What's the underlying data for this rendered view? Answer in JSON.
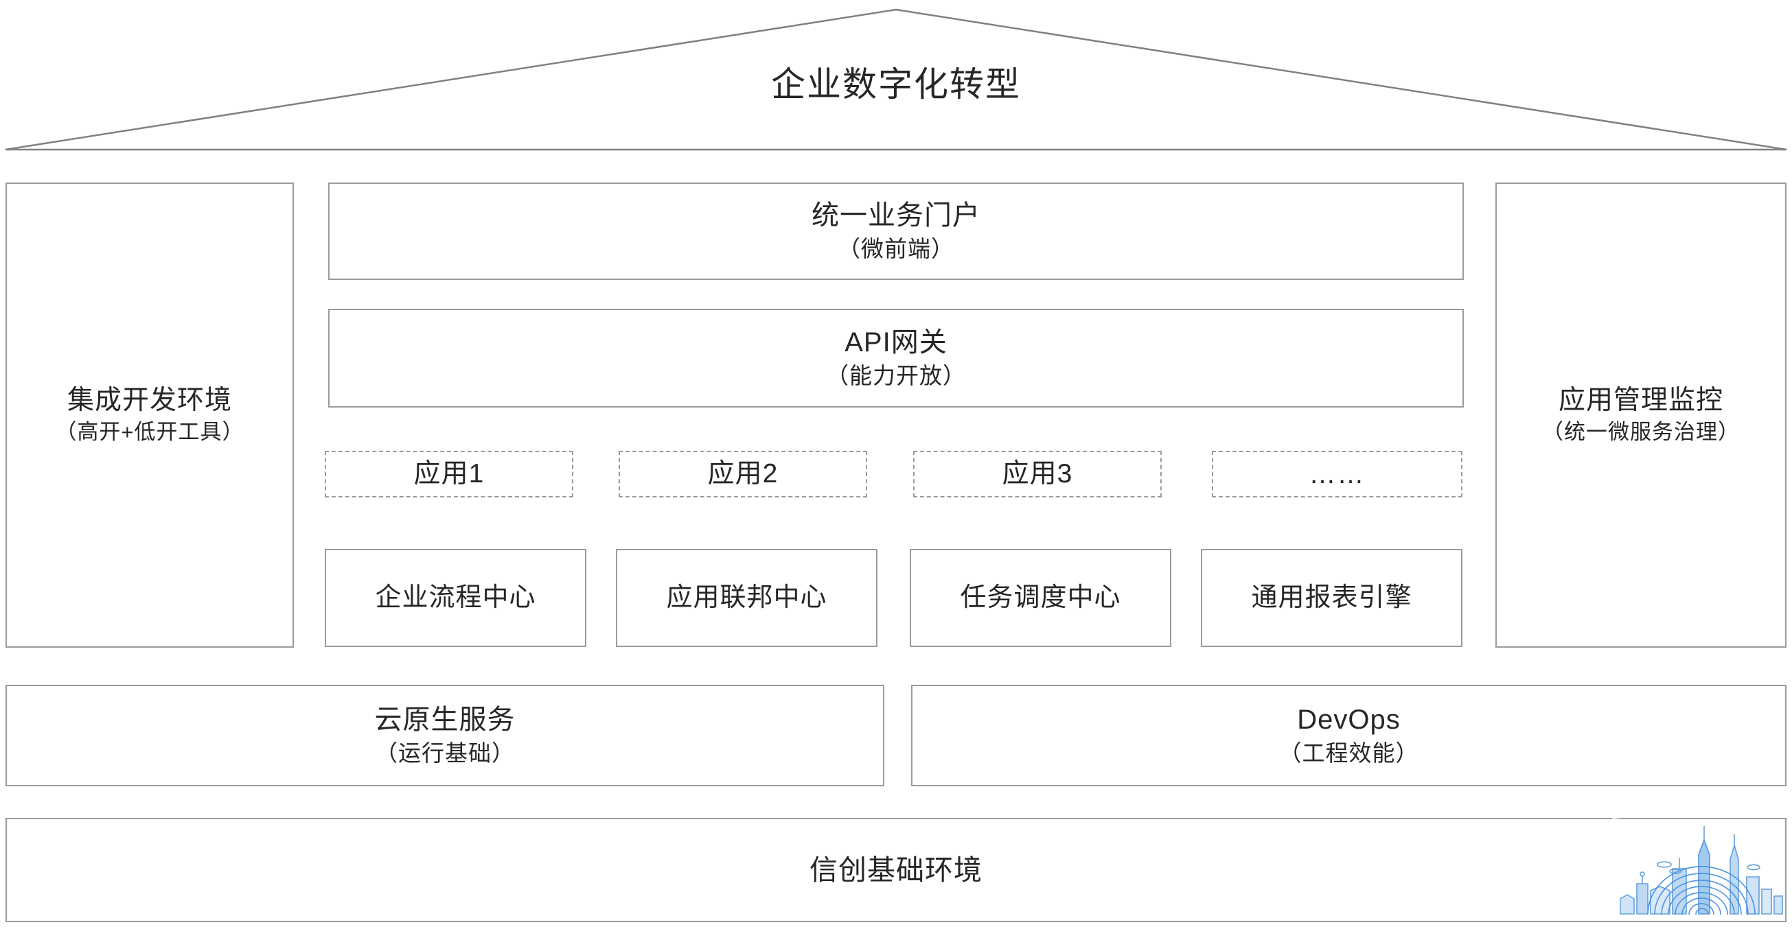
{
  "roof": {
    "title": "企业数字化转型"
  },
  "pillars": {
    "left": {
      "title": "集成开发环境",
      "subtitle": "（高开+低开工具）"
    },
    "right": {
      "title": "应用管理监控",
      "subtitle": "（统一微服务治理）"
    }
  },
  "center": {
    "portal": {
      "title": "统一业务门户",
      "subtitle": "（微前端）"
    },
    "gateway": {
      "title": "API网关",
      "subtitle": "（能力开放）"
    },
    "apps": [
      {
        "label": "应用1"
      },
      {
        "label": "应用2"
      },
      {
        "label": "应用3"
      },
      {
        "label": "……"
      }
    ],
    "services": [
      {
        "label": "企业流程中心"
      },
      {
        "label": "应用联邦中心"
      },
      {
        "label": "任务调度中心"
      },
      {
        "label": "通用报表引擎"
      }
    ]
  },
  "foundation": [
    {
      "title": "云原生服务",
      "subtitle": "（运行基础）"
    },
    {
      "title": "DevOps",
      "subtitle": "（工程效能）"
    }
  ],
  "base": {
    "title": "信创基础环境",
    "watermark_icon": "city-skyline-fingerprint-icon"
  },
  "colors": {
    "border": "#9b9b9b",
    "text": "#262626",
    "watermark": "#4a90e2",
    "background": "#ffffff"
  }
}
